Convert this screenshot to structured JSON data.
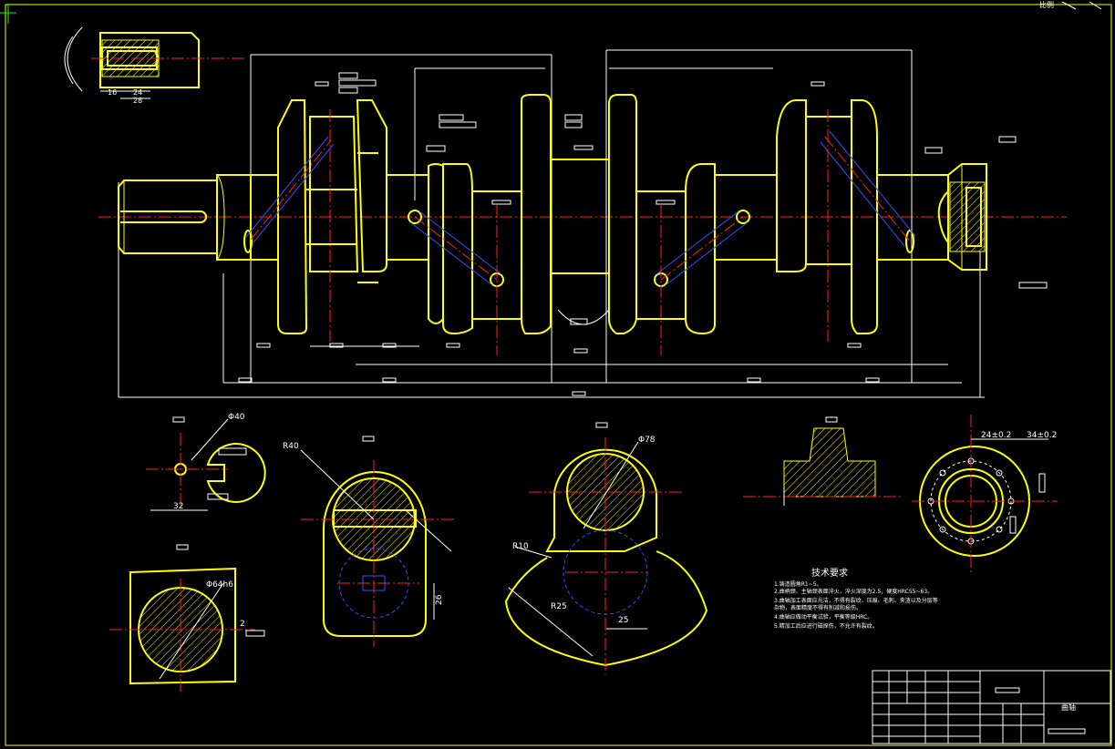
{
  "colors": {
    "background": "#000000",
    "outline": "#ffff00",
    "centerline": "#ff2020",
    "hidden": "#3050ff",
    "dimension": "#ffffff"
  },
  "corner_label": "比例",
  "dims": {
    "d40": "Φ40",
    "r40": "R40",
    "d78": "Φ78",
    "r10": "R10",
    "r25": "R25",
    "d25": "25",
    "d32": "32",
    "d2": "2",
    "d64": "Φ64h6",
    "d26": "26",
    "d24": "24±0.2",
    "d34": "34±0.2",
    "d16": "16",
    "d24b": "24",
    "d28": "28"
  },
  "tech": {
    "title": "技术要求",
    "lines": [
      "1.铸造圆角R1~5。",
      "2.曲柄颈、主轴颈表面淬火，淬火深度为2.5，硬度HRC55~63。",
      "3.曲轴加工表面应光洁，不得有裂纹、压痕、毛刺、夹渣以及分层等",
      "  杂物，表面精度不得有削减和损伤。",
      "4.曲轴应做动平衡试验，平衡等级HRC。",
      "5.精加工后应进行磁探伤，不允许有裂纹。"
    ]
  },
  "title_block": {
    "part_name": "曲轴"
  }
}
